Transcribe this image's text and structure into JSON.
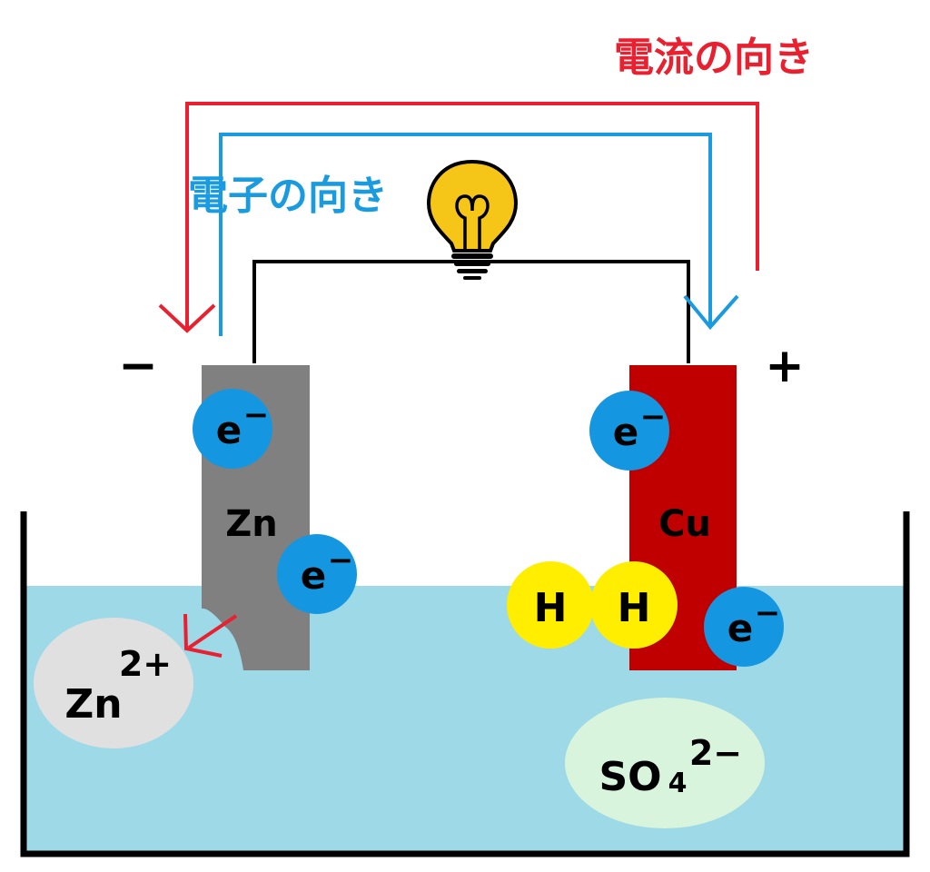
{
  "labels": {
    "current_direction": "電流の向き",
    "electron_direction": "電子の向き",
    "negative_terminal": "−",
    "positive_terminal": "+",
    "zinc_electrode": "Zn",
    "copper_electrode": "Cu",
    "electron": "e",
    "electron_charge": "−",
    "zinc_ion": "Zn",
    "zinc_ion_charge": "2+",
    "hydrogen": "H",
    "sulfate": "SO",
    "sulfate_subscript": "4",
    "sulfate_charge": "2−"
  },
  "colors": {
    "current_arrow": "#e8202f",
    "electron_arrow": "#1a9be0",
    "wire": "#000000",
    "zinc": "#808080",
    "copper": "#c00000",
    "electrolyte": "#9ed9e8",
    "electron_particle": "#1496e0",
    "hydrogen_particle": "#ffee00",
    "zinc_ion_particle": "#e0e0e0",
    "sulfate_particle": "#d8f4dc",
    "bulb_glass": "#f5c518"
  },
  "icons": {
    "bulb": "light-bulb-icon"
  }
}
